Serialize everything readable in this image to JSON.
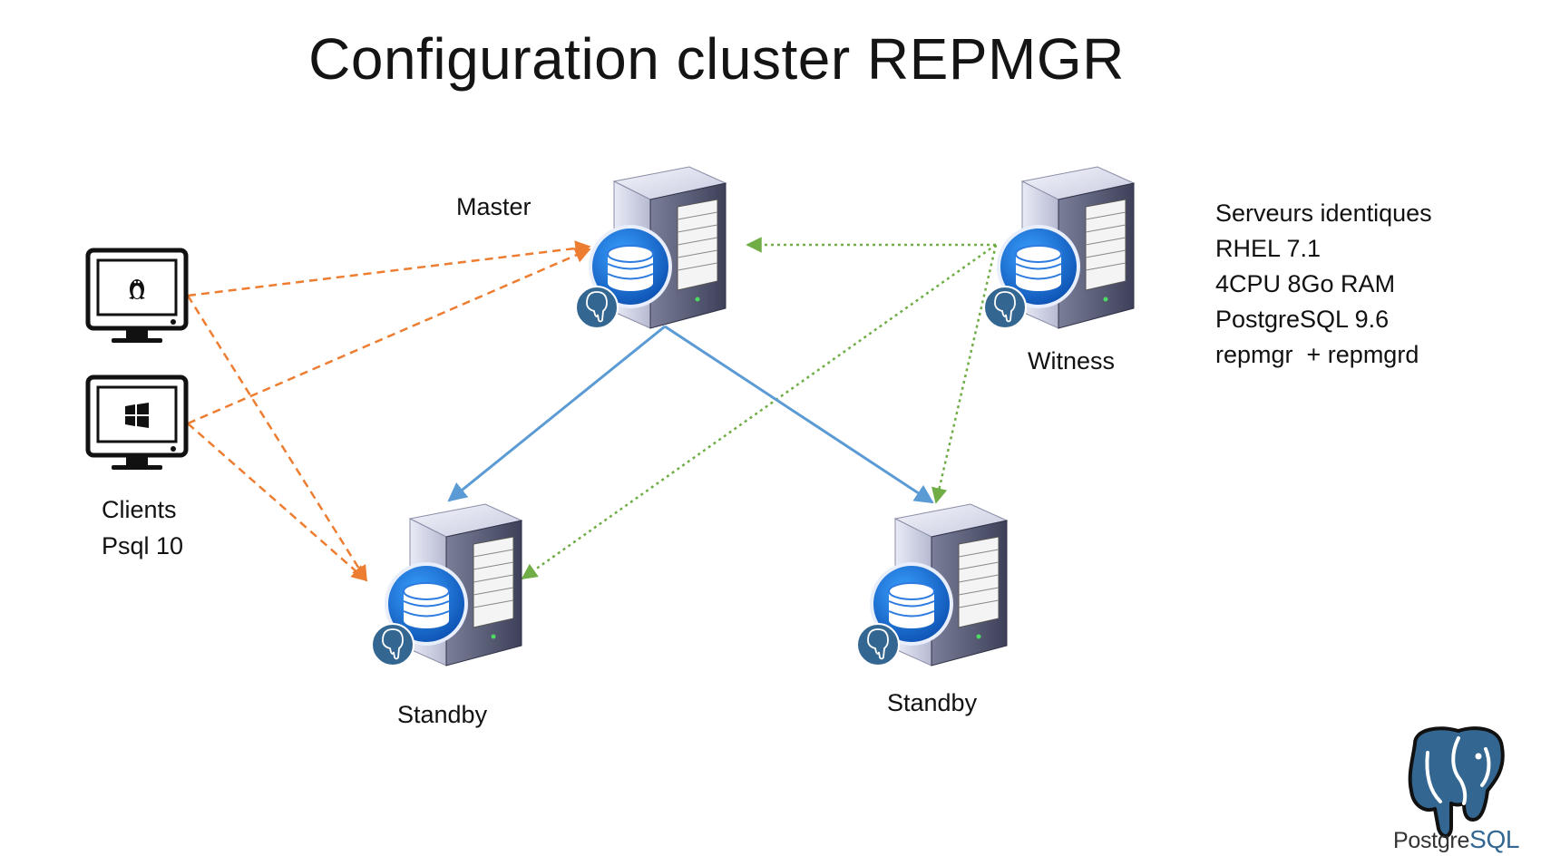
{
  "title": "Configuration cluster REPMGR",
  "nodes": {
    "master": {
      "label": "Master"
    },
    "witness": {
      "label": "Witness"
    },
    "standby_left": {
      "label": "Standby"
    },
    "standby_right": {
      "label": "Standby"
    },
    "clients": {
      "line1": "Clients",
      "line2": "Psql 10"
    }
  },
  "server_badge_text": "PostgreSQL",
  "info": [
    "Serveurs identiques",
    "RHEL 7.1",
    "4CPU 8Go RAM",
    "PostgreSQL 9.6",
    "repmgr  + repmgrd"
  ],
  "logo": {
    "text_plain": "Postgre",
    "text_accent": "SQL"
  },
  "colors": {
    "client_connection": "#ED7D31",
    "witness_monitoring": "#70AD47",
    "replication": "#5B9BD5",
    "postgres_blue": "#336791"
  },
  "icons": {
    "linux_client": "linux-tux-icon",
    "windows_client": "windows-logo-icon",
    "server": "server-tower-icon",
    "database": "database-cylinder-icon"
  }
}
